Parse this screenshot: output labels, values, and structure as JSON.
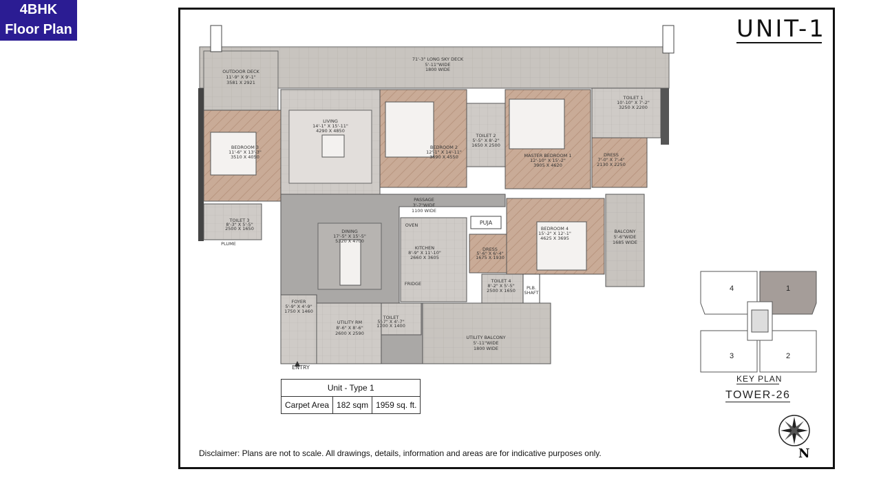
{
  "badge": {
    "line1": "4BHK",
    "line2": "Floor Plan"
  },
  "title": "UNIT-1",
  "rooms": {
    "sky_deck": [
      "71'-3\" LONG SKY DECK",
      "5'-11\"WIDE",
      "1800 WIDE"
    ],
    "outdoor_deck": [
      "OUTDOOR DECK",
      "11'-9\" X 9'-1\"",
      "3581 X 2921"
    ],
    "living": [
      "LIVING",
      "14'-1\" X 15'-11\"",
      "4290 X 4850"
    ],
    "bedroom2": [
      "BEDROOM 2",
      "12'-1\" X 14'-11\"",
      "3690 X 4550"
    ],
    "toilet2": [
      "TOILET 2",
      "5'-5\" X 8'-2\"",
      "1650 X 2500"
    ],
    "master_bedroom": [
      "MASTER BEDROOM 1",
      "12'-10\" X 15'-2\"",
      "3905 X 4620"
    ],
    "toilet1": [
      "TOILET 1",
      "10'-10\" X 7'-2\"",
      "3250 X 2200"
    ],
    "dress1": [
      "DRESS",
      "7'-0\" X 7'-4\"",
      "2130 X 2250"
    ],
    "bedroom3": [
      "BEDROOM 3",
      "11'-6\" X 13'-3\"",
      "3510 X 4050"
    ],
    "toilet3": [
      "TOILET 3",
      "8'-3\" X 5'-5\"",
      "2500 X 1650"
    ],
    "passage": [
      "PASSAGE",
      "3'-7\"WIDE",
      "1100 WIDE"
    ],
    "dining": [
      "DINING",
      "17'-5\" X 15'-5\"",
      "5320 X 4700"
    ],
    "kitchen": [
      "KITCHEN",
      "8'-9\" X 11'-10\"",
      "2660 X 3605"
    ],
    "puja": [
      "PUJA"
    ],
    "dress2": [
      "DRESS",
      "5'-6\" X 6'-4\"",
      "1675 X 1930"
    ],
    "bedroom4": [
      "BEDROOM 4",
      "15'-2\" X 12'-1\"",
      "4625 X 3695"
    ],
    "balcony": [
      "BALCONY",
      "5'-6\"WIDE",
      "1685 WIDE"
    ],
    "toilet4": [
      "TOILET 4",
      "8'-2\" X 5'-5\"",
      "2500 X 1650"
    ],
    "foyer": [
      "FOYER",
      "5'-9\" X 4'-9\"",
      "1750 X 1460"
    ],
    "utility_rm": [
      "UTILITY RM",
      "8'-6\" X 8'-6\"",
      "2600 X 2590"
    ],
    "toilet_small": [
      "TOILET",
      "5'-7\" X 4'-7\"",
      "1700 X 1400"
    ],
    "utility_balcony": [
      "UTILITY BALCONY",
      "5'-11\"WIDE",
      "1800 WIDE"
    ],
    "entry": "ENTRY",
    "oven": "OVEN",
    "fridge": "FRIDGE",
    "plb_shaft": [
      "PLB.",
      "SHAFT"
    ],
    "plume": "PLUME"
  },
  "area_table": {
    "header": "Unit - Type 1",
    "label": "Carpet Area",
    "sqm": "182 sqm",
    "sqft": "1959 sq. ft."
  },
  "key_plan": {
    "label": "KEY PLAN",
    "tower": "TOWER-26",
    "units": [
      "1",
      "2",
      "3",
      "4"
    ],
    "highlight_color": "#a59d99"
  },
  "north": "N",
  "disclaimer": "Disclaimer: Plans are not to scale. All drawings, details, information and areas are for indicative purposes only."
}
